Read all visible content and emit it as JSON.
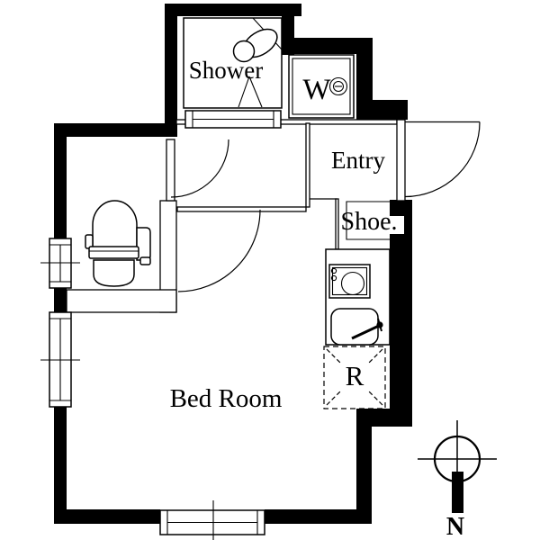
{
  "labels": {
    "shower": "Shower",
    "washer": "W",
    "entry": "Entry",
    "shoe": "Shoe.",
    "bedroom": "Bed Room",
    "refrigerator": "R",
    "north": "N"
  },
  "colors": {
    "wall": "#000000",
    "line": "#000000",
    "background": "#ffffff"
  }
}
